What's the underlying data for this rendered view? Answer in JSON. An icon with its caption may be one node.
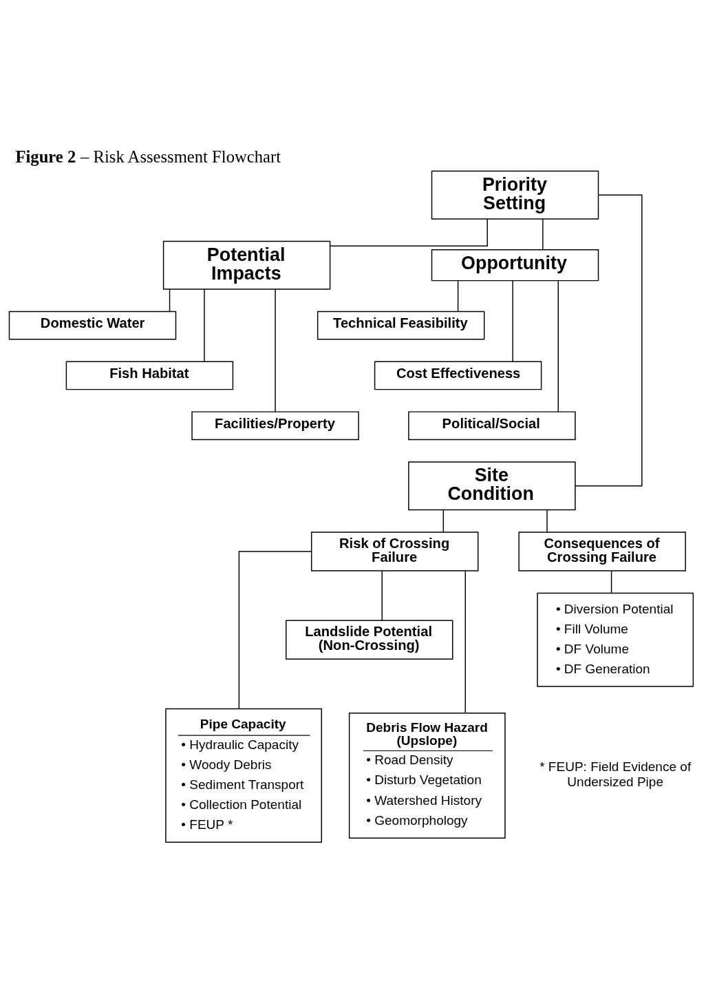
{
  "diagram": {
    "title": "**Figure 2** – Risk Assessment Flowchart",
    "nodes": [
      {
        "text": [
          "Priority Setting"
        ]
      },
      {
        "text": [
          "Potential Impacts"
        ]
      },
      {
        "text": [
          "Opportunity"
        ]
      },
      {
        "text": [
          "Domestic Water"
        ]
      },
      {
        "text": [
          "Fish Habitat"
        ]
      },
      {
        "text": [
          "Facilities/Property"
        ]
      },
      {
        "text": [
          "Technical Feasibility"
        ]
      },
      {
        "text": [
          "Cost Effectiveness"
        ]
      },
      {
        "text": [
          "Political/Social"
        ]
      },
      {
        "text": [
          "Site Condition"
        ]
      },
      {
        "text": [
          "Risk of Crossing Failure"
        ]
      },
      {
        "text": [
          "Consequences of Crossing Failure"
        ]
      },
      {
        "text": [
          "Landslide Potential (Non-Crossing)"
        ]
      },
      {
        "text": [
          "• Diversion Potential",
          "• Fill Volume",
          "• DF Volume",
          "• DF Generation"
        ]
      },
      {
        "text": [
          "Pipe Capacity",
          "• Hydraulic Capacity",
          "• Woody Debris",
          "• Sediment Transport",
          "• Collection Potential",
          "• FEUP *"
        ]
      },
      {
        "text": [
          "Debris Flow Hazard (Upslope)",
          "• Road Density",
          "• Disturb Vegetation",
          "• Watershed History",
          "• Geomorphology"
        ]
      }
    ],
    "edges": [
      {
        "from": 0,
        "to": 1,
        "arrow": "none"
      },
      {
        "from": 0,
        "to": 2,
        "arrow": "none"
      },
      {
        "from": 0,
        "to": 9,
        "arrow": "none"
      },
      {
        "from": 1,
        "to": 3,
        "arrow": "none"
      },
      {
        "from": 1,
        "to": 4,
        "arrow": "none"
      },
      {
        "from": 1,
        "to": 5,
        "arrow": "none"
      },
      {
        "from": 2,
        "to": 6,
        "arrow": "none"
      },
      {
        "from": 2,
        "to": 7,
        "arrow": "none"
      },
      {
        "from": 2,
        "to": 8,
        "arrow": "none"
      },
      {
        "from": 9,
        "to": 10,
        "arrow": "none"
      },
      {
        "from": 9,
        "to": 11,
        "arrow": "none"
      },
      {
        "from": 10,
        "to": 12,
        "arrow": "none"
      },
      {
        "from": 10,
        "to": 14,
        "arrow": "none"
      },
      {
        "from": 10,
        "to": 15,
        "arrow": "none"
      },
      {
        "from": 11,
        "to": 13,
        "arrow": "none"
      }
    ],
    "labels": [
      "* FEUP: Field Evidence of Undersized Pipe"
    ]
  }
}
